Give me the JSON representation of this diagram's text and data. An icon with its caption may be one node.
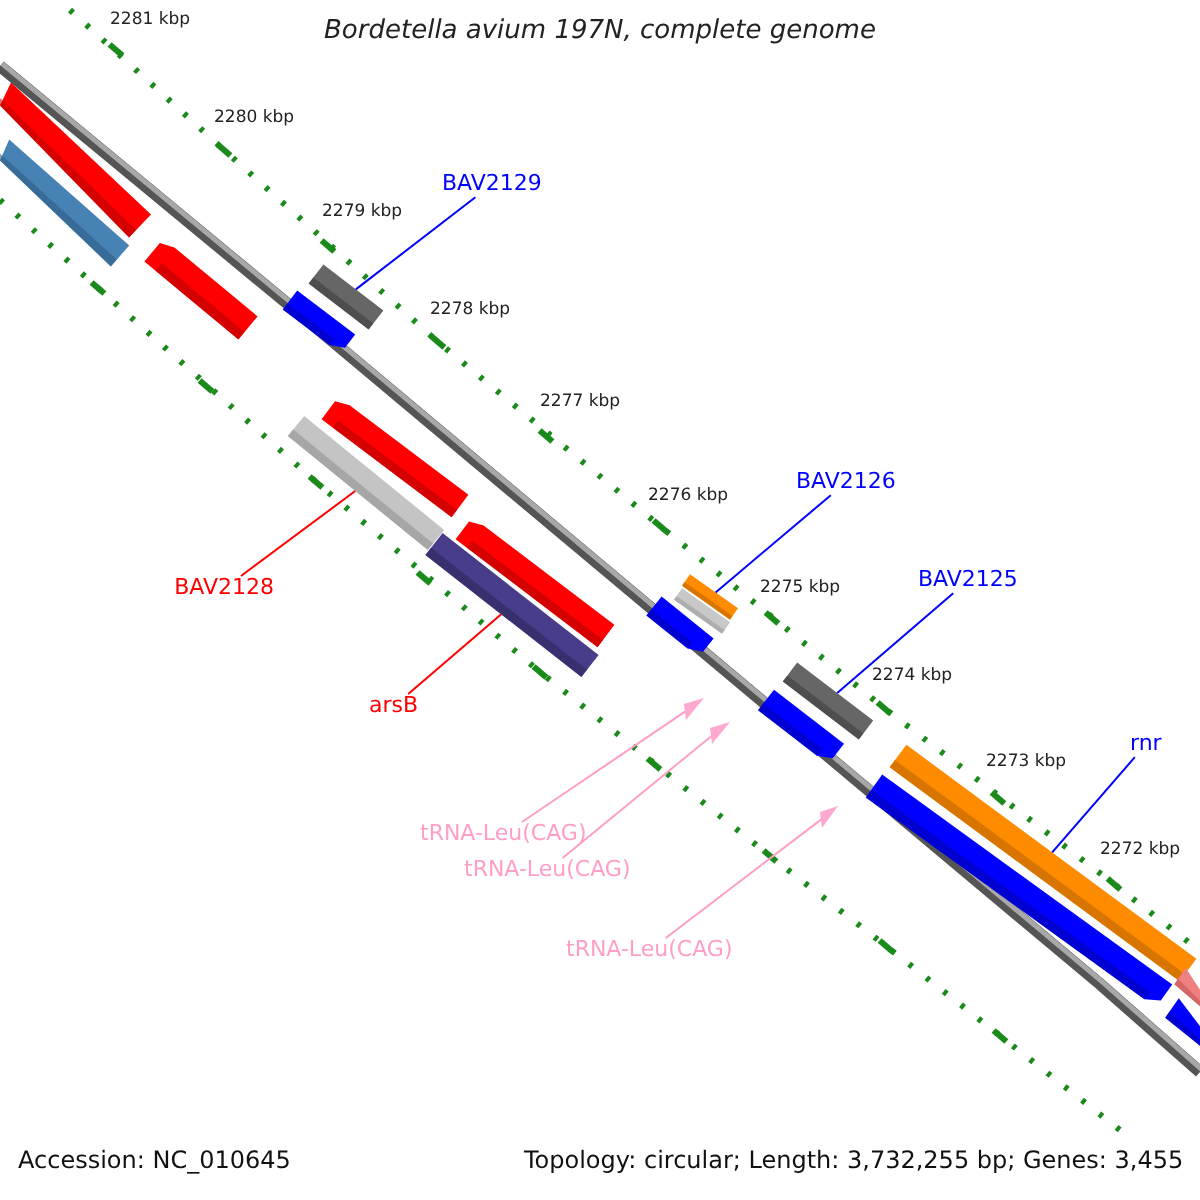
{
  "diagram": {
    "title": "Bordetella avium 197N, complete genome",
    "nodes": [
      {
        "text": [],
        "shape": "bar"
      },
      {
        "text": [],
        "shape": "bar"
      },
      {
        "text": [],
        "shape": "bar"
      },
      {
        "text": [
          "BAV2129"
        ]
      },
      {
        "text": [],
        "shape": "bar"
      },
      {
        "text": [],
        "shape": "bar"
      },
      {
        "text": [],
        "shape": "bar"
      },
      {
        "text": [],
        "shape": "bar"
      },
      {
        "text": [
          "BAV2128"
        ]
      },
      {
        "text": [],
        "shape": "bar"
      },
      {
        "text": [],
        "shape": "bar"
      },
      {
        "text": [
          "arsB"
        ]
      },
      {
        "text": [
          "BAV2126"
        ]
      },
      {
        "text": [],
        "shape": "bar"
      },
      {
        "text": [],
        "shape": "bar"
      },
      {
        "text": [],
        "shape": "bar"
      },
      {
        "text": [],
        "shape": "triangle"
      },
      {
        "text": [],
        "shape": "triangle"
      },
      {
        "text": [
          "BAV2125"
        ]
      },
      {
        "text": [],
        "shape": "bar"
      },
      {
        "text": [],
        "shape": "bar"
      },
      {
        "text": [
          "tRNA-Leu(CAG)"
        ]
      },
      {
        "text": [
          "tRNA-Leu(CAG)"
        ]
      },
      {
        "text": [],
        "shape": "triangle"
      },
      {
        "text": [
          "tRNA-Leu(CAG)"
        ]
      },
      {
        "text": [
          "rnr"
        ]
      },
      {
        "text": [],
        "shape": "bar"
      },
      {
        "text": [],
        "shape": "bar"
      },
      {
        "text": [],
        "shape": "bar"
      },
      {
        "text": [],
        "shape": "bar"
      }
    ],
    "edges": [
      {
        "from": 3,
        "to": 4,
        "arrow": "none"
      },
      {
        "from": 8,
        "to": 7,
        "arrow": "none",
        "color": "#ff0000"
      },
      {
        "from": 11,
        "to": 10,
        "arrow": "none",
        "color": "#ff0000"
      },
      {
        "from": 12,
        "to": 13,
        "arrow": "none"
      },
      {
        "from": 18,
        "to": 19,
        "arrow": "none"
      },
      {
        "from": 25,
        "to": 26,
        "arrow": "none"
      },
      {
        "from": 21,
        "to": 16,
        "arrow": "none",
        "color": "#ff9ec8"
      },
      {
        "from": 22,
        "to": 17,
        "arrow": "none",
        "color": "#ff9ec8"
      },
      {
        "from": 24,
        "to": 23,
        "arrow": "none",
        "color": "#ff9ec8"
      }
    ],
    "labels": [
      "2281 kbp",
      "2280 kbp",
      "2279 kbp",
      "2278 kbp",
      "2277 kbp",
      "2276 kbp",
      "2275 kbp",
      "2274 kbp",
      "2273 kbp",
      "2272 kbp",
      "Accession: NC_010645",
      "Topology: circular; Length: 3,732,255 bp; Genes: 3,455"
    ]
  }
}
